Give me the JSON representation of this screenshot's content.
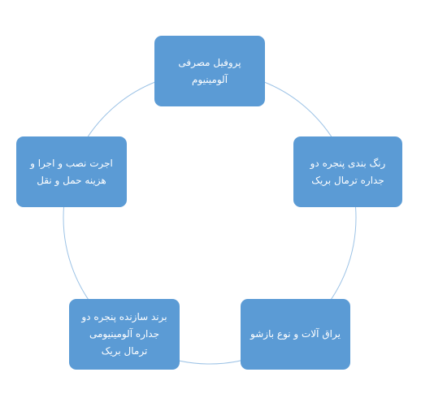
{
  "diagram": {
    "type": "cycle",
    "ring_color": "#9dc3e6",
    "node_color": "#5b9bd5",
    "text_color": "#ffffff",
    "nodes": [
      {
        "label": "پروفیل مصرفی\nآلومینیوم"
      },
      {
        "label": "رنگ بندی پنجره دو\nجداره ترمال بریک"
      },
      {
        "label": "یراق آلات و نوع بازشو"
      },
      {
        "label": "برند سازنده پنجره دو\nجداره آلومینیومی\nترمال بریک"
      },
      {
        "label": "اجرت نصب و اجرا و\nهزینه حمل و نقل"
      }
    ]
  }
}
